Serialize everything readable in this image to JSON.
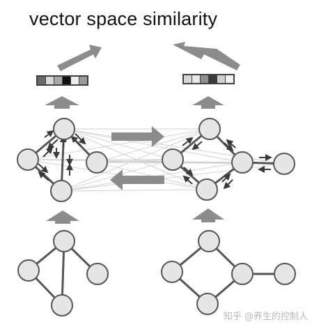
{
  "title": "vector space similarity",
  "watermark": "知乎 @养生的控制人",
  "colors": {
    "node_fill": "#e6e6e6",
    "node_stroke": "#555555",
    "edge": "#555555",
    "block_arrow": "#8c8c8c",
    "small_arrow": "#3a3a3a",
    "cross_lines": "#cfcfcf"
  },
  "left_graph": {
    "nodes": [
      "n1",
      "n2",
      "n3",
      "n4"
    ],
    "edges": [
      [
        "n1",
        "n2"
      ],
      [
        "n1",
        "n3"
      ],
      [
        "n1",
        "n4"
      ],
      [
        "n2",
        "n4"
      ]
    ]
  },
  "right_graph": {
    "nodes": [
      "n1",
      "n2",
      "n3",
      "n4",
      "n5"
    ],
    "edges": [
      [
        "n1",
        "n2"
      ],
      [
        "n1",
        "n3"
      ],
      [
        "n2",
        "n4"
      ],
      [
        "n3",
        "n4"
      ],
      [
        "n3",
        "n5"
      ]
    ]
  },
  "left_vector": [
    "#6a6a6a",
    "#d8d8d8",
    "#a8a8a8",
    "#111111",
    "#ededed",
    "#9a9a9a"
  ],
  "right_vector": [
    "#d6d6d6",
    "#e6e6e6",
    "#8e8e8e",
    "#3a3a3a",
    "#cfcfcf",
    "#f0f0f0"
  ]
}
